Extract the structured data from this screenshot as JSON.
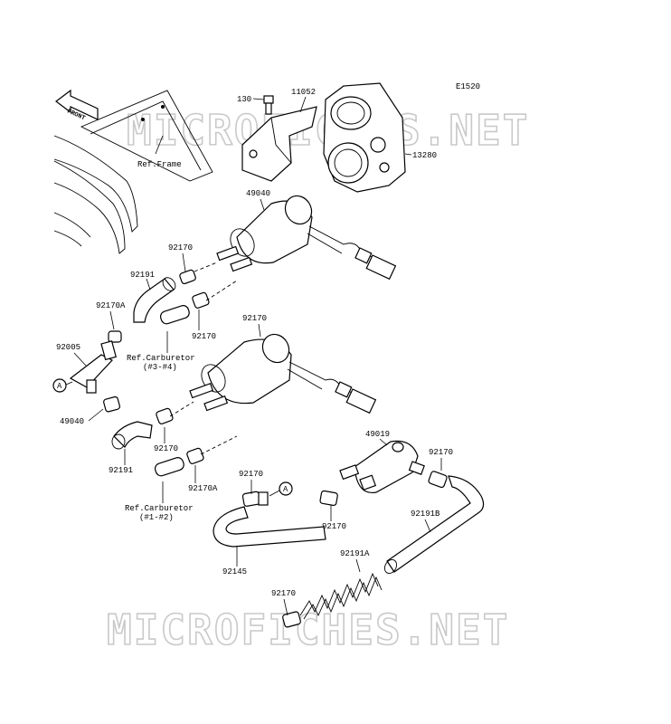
{
  "diagram": {
    "code": "E1520",
    "watermark": "MICROFICHES.NET",
    "front_label": "FRONT",
    "circle_ref": "A",
    "labels": [
      {
        "id": "lbl-130",
        "text": "130"
      },
      {
        "id": "lbl-11052",
        "text": "11052"
      },
      {
        "id": "lbl-13280",
        "text": "13280"
      },
      {
        "id": "lbl-ref-frame",
        "text": "Ref.Frame"
      },
      {
        "id": "lbl-49040-top",
        "text": "49040"
      },
      {
        "id": "lbl-92170-a",
        "text": "92170"
      },
      {
        "id": "lbl-92191-a",
        "text": "92191"
      },
      {
        "id": "lbl-92170-b",
        "text": "92170"
      },
      {
        "id": "lbl-92170A-a",
        "text": "92170A"
      },
      {
        "id": "lbl-ref-carb-34",
        "text": "Ref.Carburetor"
      },
      {
        "id": "lbl-ref-carb-34-sub",
        "text": "(#3-#4)"
      },
      {
        "id": "lbl-92005",
        "text": "92005"
      },
      {
        "id": "lbl-49040-mid",
        "text": "49040"
      },
      {
        "id": "lbl-92170-c",
        "text": "92170"
      },
      {
        "id": "lbl-92170-d",
        "text": "92170"
      },
      {
        "id": "lbl-92191-b",
        "text": "92191"
      },
      {
        "id": "lbl-92170A-b",
        "text": "92170A"
      },
      {
        "id": "lbl-ref-carb-12",
        "text": "Ref.Carburetor"
      },
      {
        "id": "lbl-ref-carb-12-sub",
        "text": "(#1-#2)"
      },
      {
        "id": "lbl-49019",
        "text": "49019"
      },
      {
        "id": "lbl-92170-e",
        "text": "92170"
      },
      {
        "id": "lbl-92170-f",
        "text": "92170"
      },
      {
        "id": "lbl-92170-g",
        "text": "92170"
      },
      {
        "id": "lbl-92191B",
        "text": "92191B"
      },
      {
        "id": "lbl-92145",
        "text": "92145"
      },
      {
        "id": "lbl-92191A",
        "text": "92191A"
      },
      {
        "id": "lbl-92170-h",
        "text": "92170"
      }
    ]
  }
}
